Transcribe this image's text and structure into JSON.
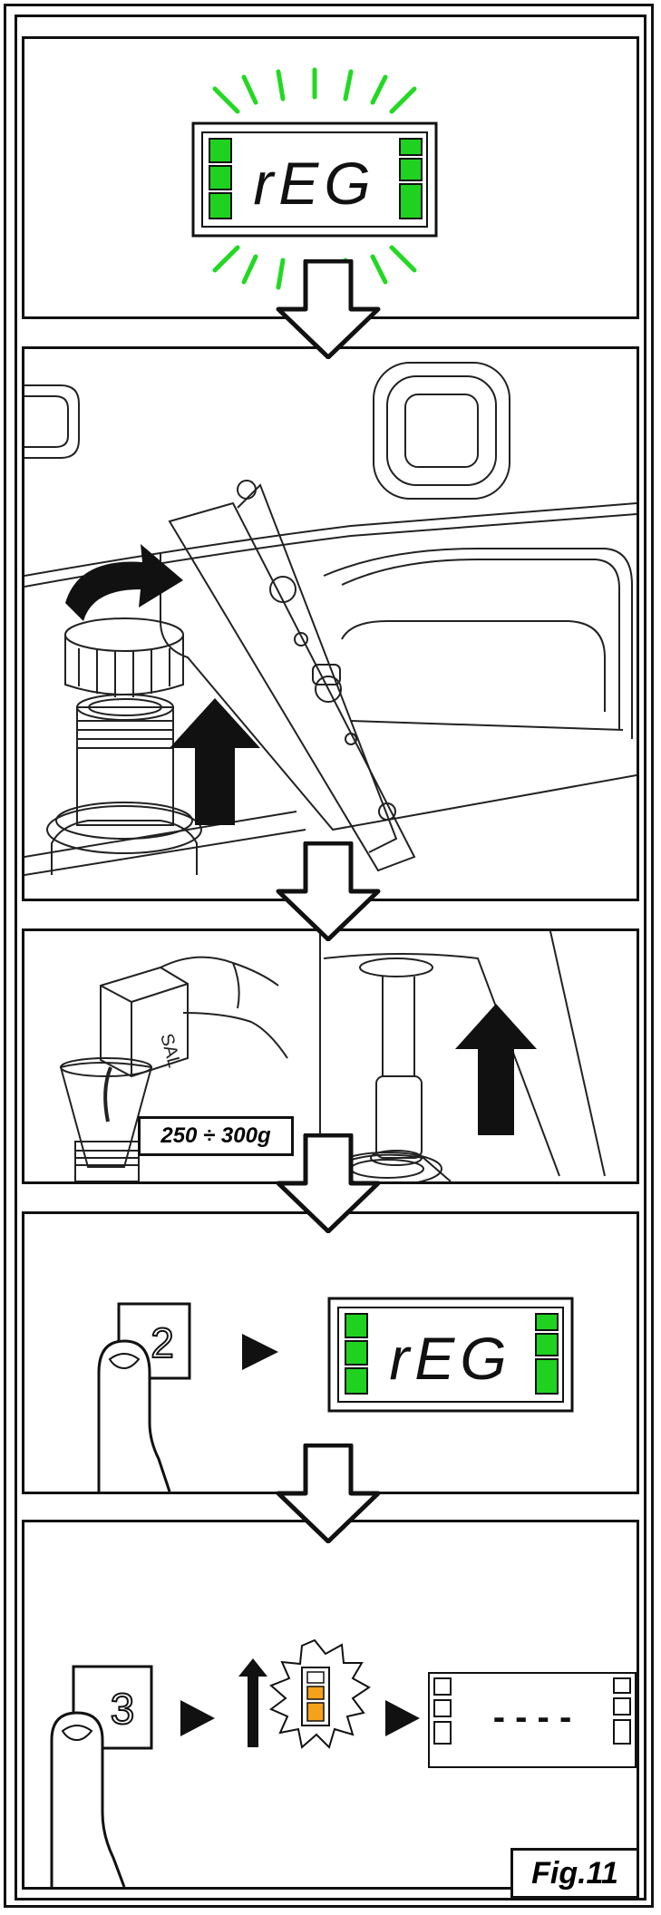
{
  "display": {
    "code": "rEG",
    "segment_color": "#1fd21f",
    "glow_color": "#22d922",
    "warning_fill": "#f4a21a"
  },
  "steps": {
    "salt_amount": "250 ÷ 300g",
    "salt_label": "SAL",
    "button_2": "2",
    "button_3": "3",
    "dashes": "- - - -"
  },
  "figure_label": "Fig.11"
}
